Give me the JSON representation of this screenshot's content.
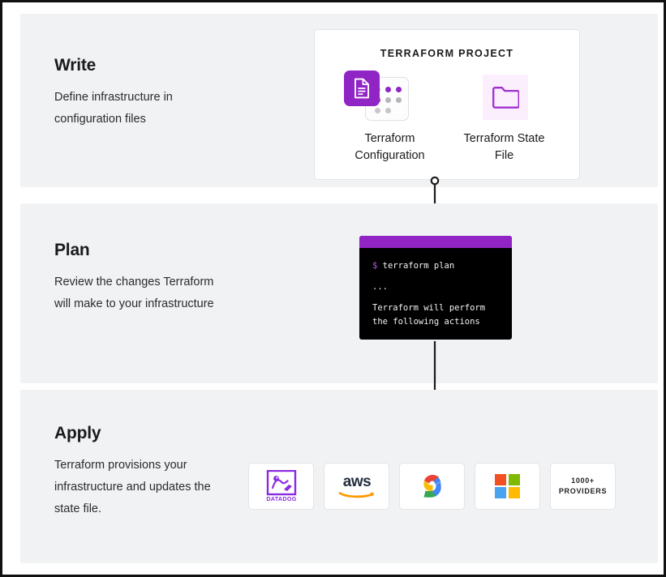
{
  "steps": [
    {
      "id": "write",
      "title": "Write",
      "description": "Define infrastructure in configuration files"
    },
    {
      "id": "plan",
      "title": "Plan",
      "description": "Review the changes Terraform will make to your infrastructure"
    },
    {
      "id": "apply",
      "title": "Apply",
      "description": "Terraform provisions your infrastructure and updates the state file."
    }
  ],
  "project_card": {
    "title": "TERRAFORM PROJECT",
    "assets": [
      {
        "label": "Terraform Configuration",
        "icon": "configuration-file-icon"
      },
      {
        "label": "Terraform State File",
        "icon": "folder-icon"
      }
    ]
  },
  "terminal": {
    "prompt_sigil": "$",
    "command": "terraform plan",
    "ellipsis": "...",
    "output_line_1": "Terraform will perform",
    "output_line_2": "the following actions"
  },
  "providers": [
    {
      "name": "Datadog",
      "icon": "datadog-logo",
      "label": "DATADOG"
    },
    {
      "name": "AWS",
      "icon": "aws-logo",
      "label": "aws"
    },
    {
      "name": "Google Cloud",
      "icon": "google-cloud-logo",
      "label": ""
    },
    {
      "name": "Microsoft",
      "icon": "microsoft-logo",
      "label": ""
    },
    {
      "name": "More providers",
      "icon": "text-only",
      "label_line_1": "1000+",
      "label_line_2": "PROVIDERS"
    }
  ],
  "colors": {
    "brand_purple": "#9024c4",
    "light_purple": "#fbeffd",
    "panel_bg": "#f1f2f4",
    "terminal_bg": "#000000",
    "connector": "#1c1c1c"
  }
}
